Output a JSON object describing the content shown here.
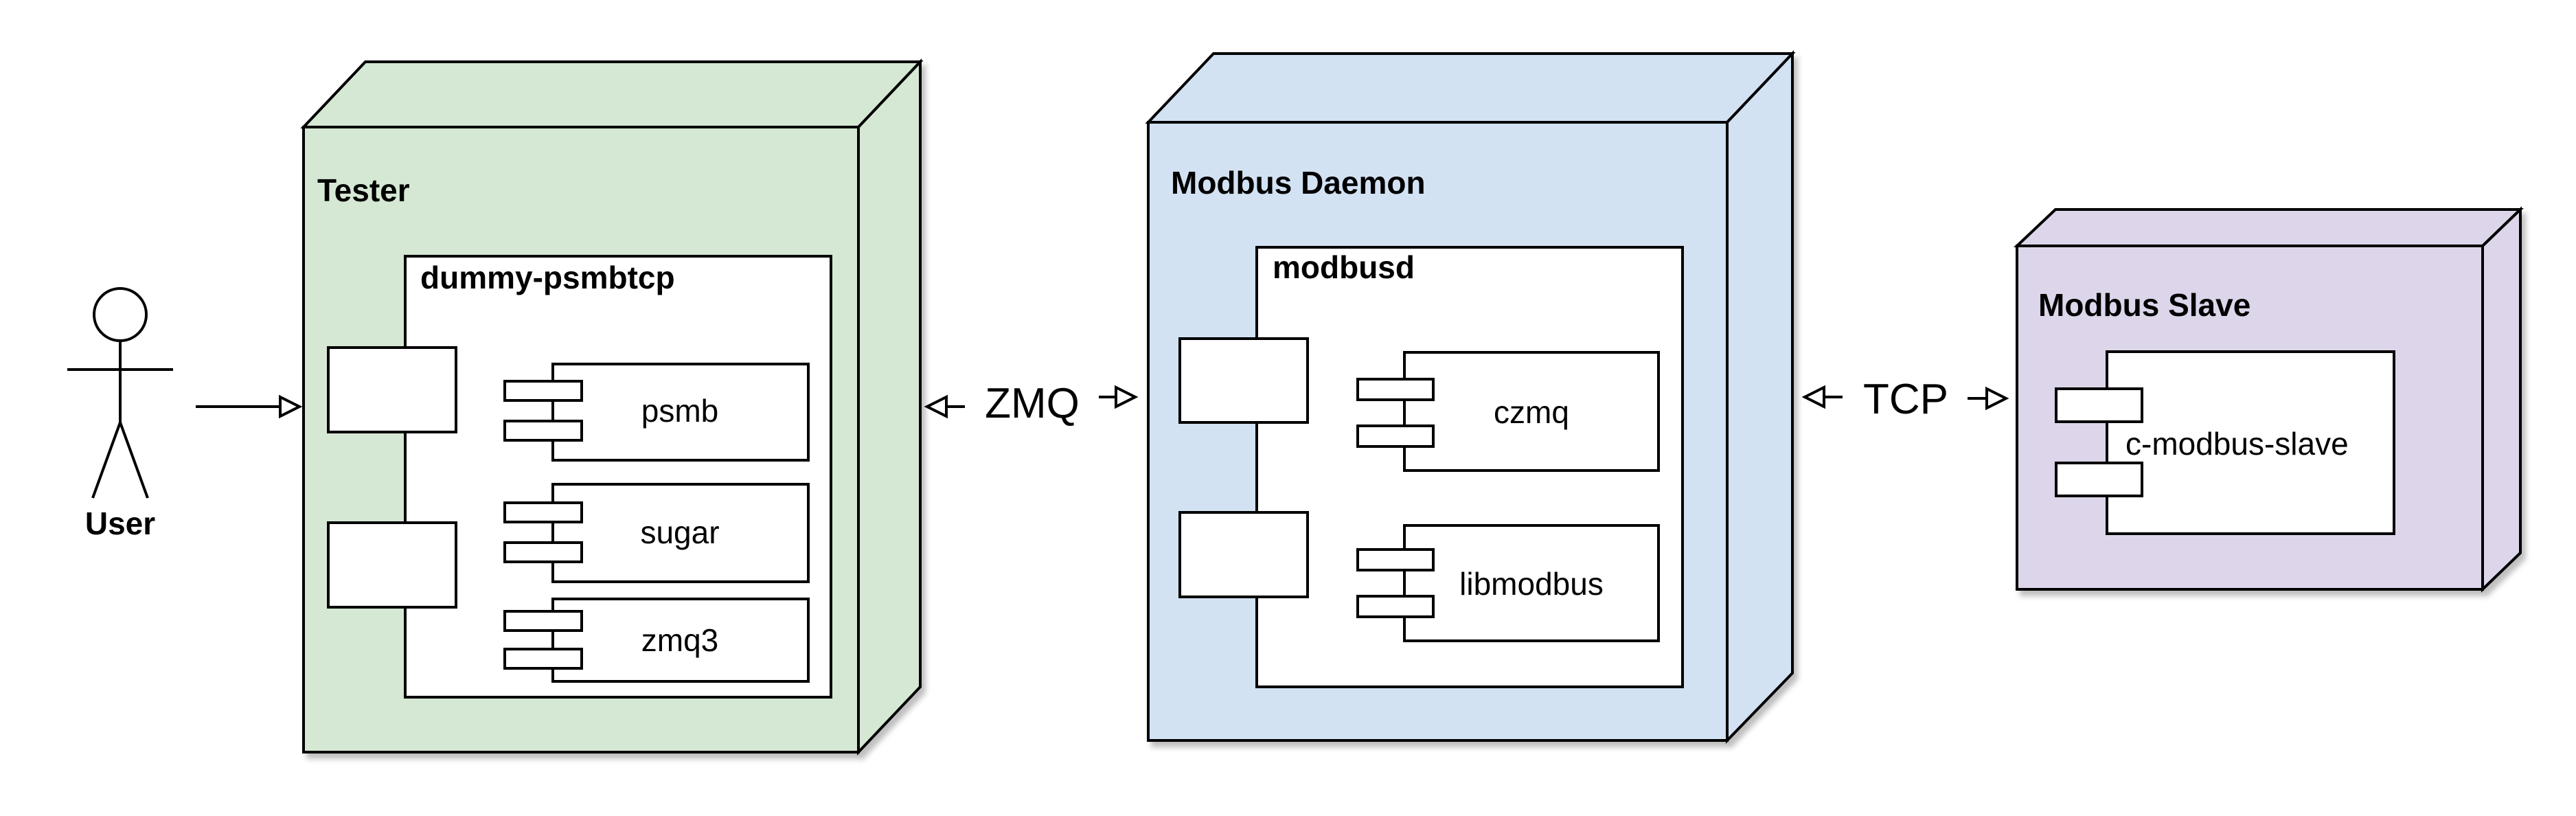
{
  "actor": {
    "label": "User"
  },
  "nodes": {
    "tester": {
      "title": "Tester",
      "color": "#d5e8d4",
      "component": {
        "title": "dummy-psmbtcp",
        "subcomponents": [
          "psmb",
          "sugar",
          "zmq3"
        ]
      }
    },
    "daemon": {
      "title": "Modbus Daemon",
      "color": "#d2e2f3",
      "component": {
        "title": "modbusd",
        "subcomponents": [
          "czmq",
          "libmodbus"
        ]
      }
    },
    "slave": {
      "title": "Modbus Slave",
      "color": "#ddd5ea",
      "component": {
        "title": "c-modbus-slave"
      }
    }
  },
  "connectors": {
    "zmq": "ZMQ",
    "tcp": "TCP"
  }
}
